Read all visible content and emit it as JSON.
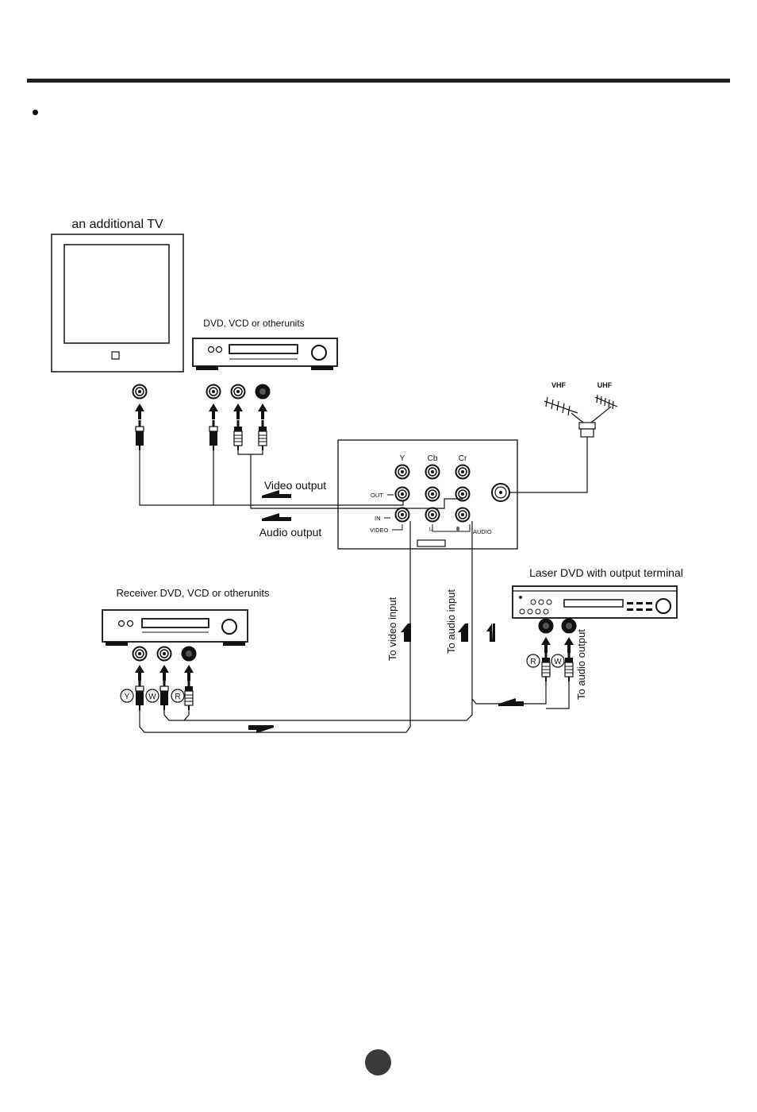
{
  "labels": {
    "additional_tv": "an additional TV",
    "dvd_top": "DVD, VCD or otherunits",
    "vhf": "VHF",
    "uhf": "UHF",
    "video_output": "Video output",
    "audio_output": "Audio output",
    "receiver": "Receiver DVD, VCD or otherunits",
    "laser_dvd": "Laser DVD with output terminal",
    "to_video_input": "To video input",
    "to_audio_input": "To audio input",
    "to_audio_output": "To audio output"
  },
  "panel": {
    "y": "Y",
    "cb": "Cb",
    "cr": "Cr",
    "out": "OUT",
    "in": "IN",
    "video": "VIDEO",
    "l": "L",
    "r": "R",
    "audio": "AUDIO"
  },
  "plug_marks": {
    "y": "Y",
    "w": "W",
    "r": "R"
  }
}
